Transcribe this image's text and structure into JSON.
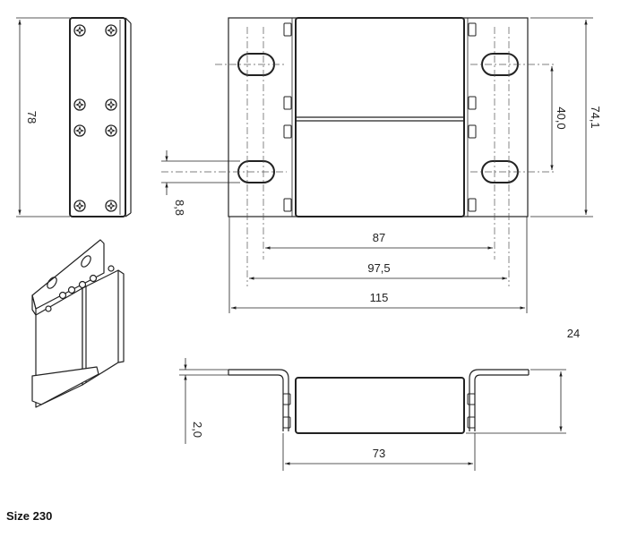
{
  "caption": "Size 230",
  "dimensions": {
    "side_height": "78",
    "slot_offset": "8,8",
    "total_height": "74,1",
    "slot_pitch": "40,0",
    "dim_87": "87",
    "dim_97_5": "97,5",
    "dim_115": "115",
    "dim_24": "24",
    "dim_2_0": "2,0",
    "dim_73": "73"
  },
  "colors": {
    "line": "#222222",
    "thin": "#444444"
  }
}
